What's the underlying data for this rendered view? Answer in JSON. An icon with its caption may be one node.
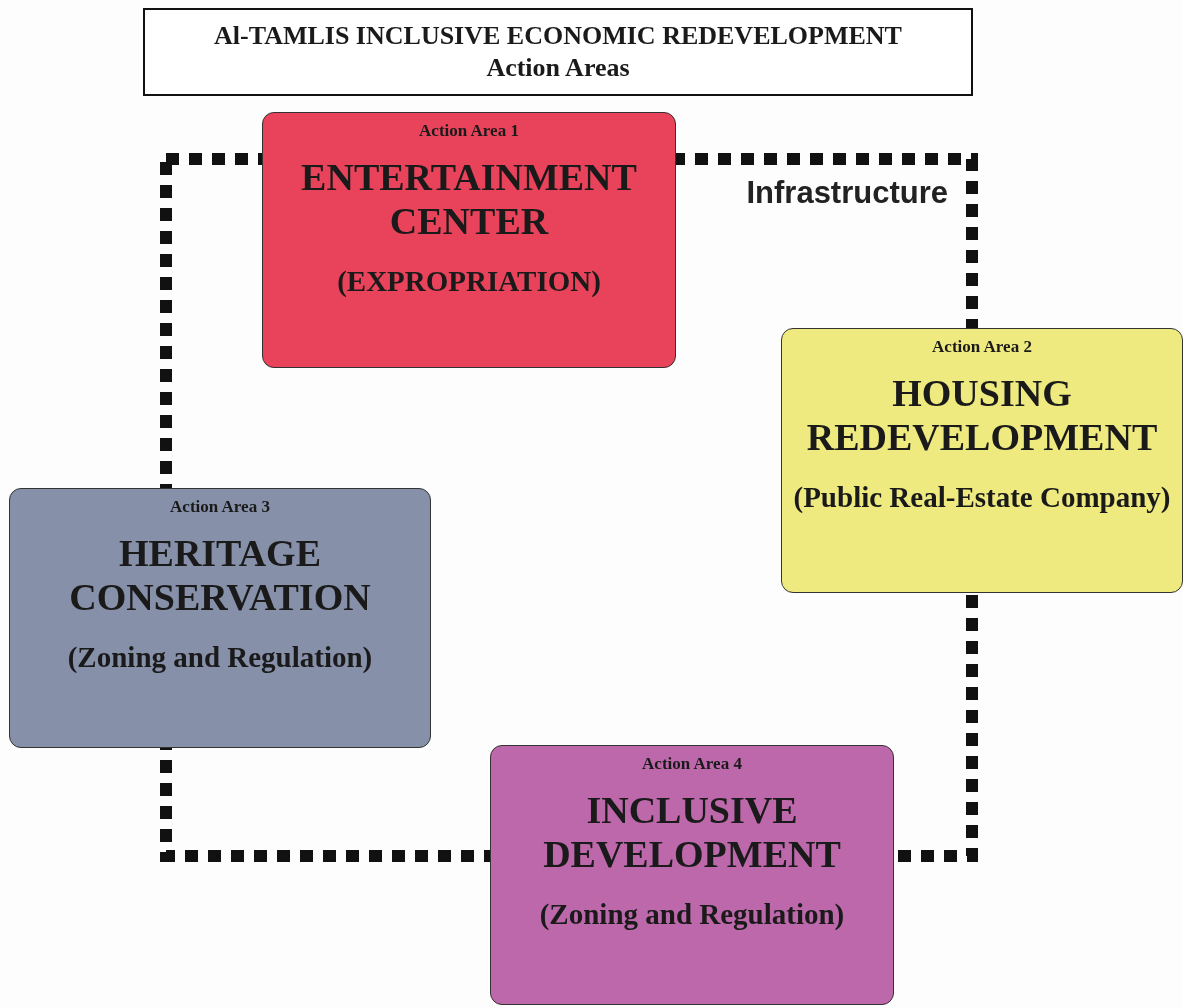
{
  "diagram": {
    "nodes": [
      {
        "text": [
          "Al-TAMLIS INCLUSIVE ECONOMIC REDEVELOPMENT",
          "Action Areas"
        ]
      },
      {
        "text": [
          "Infrastructure"
        ]
      },
      {
        "text": [
          "Action Area 1",
          "ENTERTAINMENT CENTER",
          "(EXPROPRIATION)"
        ]
      },
      {
        "text": [
          "Action Area 2",
          "HOUSING REDEVELOPMENT",
          "(Public Real-Estate Company)"
        ]
      },
      {
        "text": [
          "Action Area 3",
          "HERITAGE CONSERVATION",
          "(Zoning and Regulation)"
        ]
      },
      {
        "text": [
          "Action Area 4",
          "INCLUSIVE DEVELOPMENT",
          "(Zoning and Regulation)"
        ]
      }
    ]
  }
}
